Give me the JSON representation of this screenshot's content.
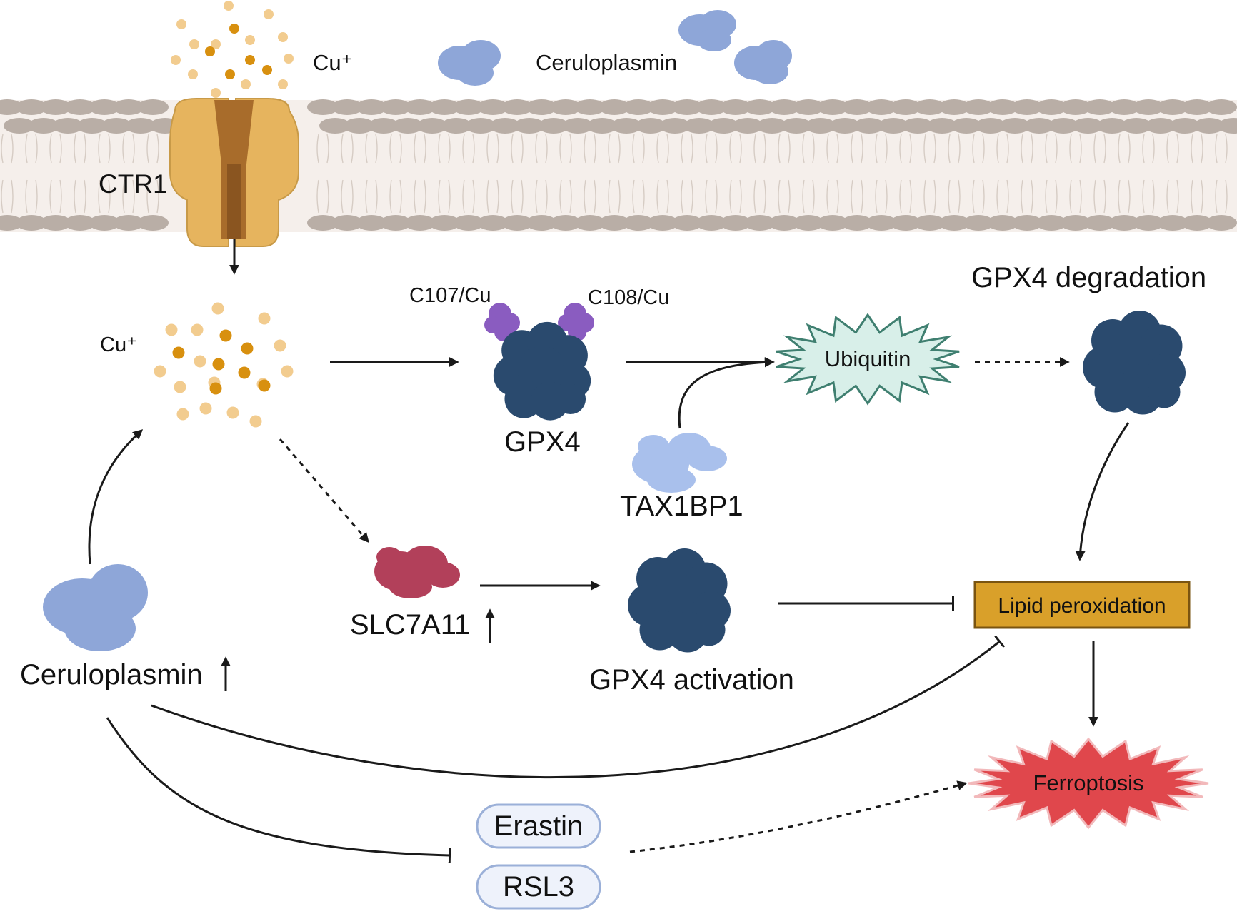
{
  "labels": {
    "cu_outside": "Cu⁺",
    "ceruloplasmin_outside": "Ceruloplasmin",
    "ctr1": "CTR1",
    "cu_inside": "Cu⁺",
    "c107": "C107/Cu",
    "c108": "C108/Cu",
    "gpx4": "GPX4",
    "ubiquitin": "Ubiquitin",
    "gpx4_degradation": "GPX4 degradation",
    "tax1bp1": "TAX1BP1",
    "slc7a11": "SLC7A11",
    "gpx4_activation": "GPX4 activation",
    "lipid_peroxidation": "Lipid peroxidation",
    "ceruloplasmin_inside": "Ceruloplasmin",
    "ferroptosis": "Ferroptosis",
    "erastin": "Erastin",
    "rsl3": "RSL3"
  },
  "colors": {
    "membrane_head": "#b9aea6",
    "membrane_tail": "#f5efeb",
    "ctr1": "#e6b45e",
    "ctr1_channel": "#a86c2b",
    "copper_light": "#f2cc8f",
    "copper_dark": "#d8900f",
    "ceruloplasmin": "#8ea6d8",
    "gpx4": "#2a4a6e",
    "cu_site": "#8a5cc0",
    "tax1bp1": "#a9c0ec",
    "slc7a11": "#b2405a",
    "ubiquitin_fill": "#d8efe9",
    "ubiquitin_stroke": "#3f7f70",
    "lipid_box": "#d9a02a",
    "ferroptosis": "#e0474c",
    "pill_fill": "#eef2fb",
    "pill_stroke": "#9bb0d8"
  }
}
